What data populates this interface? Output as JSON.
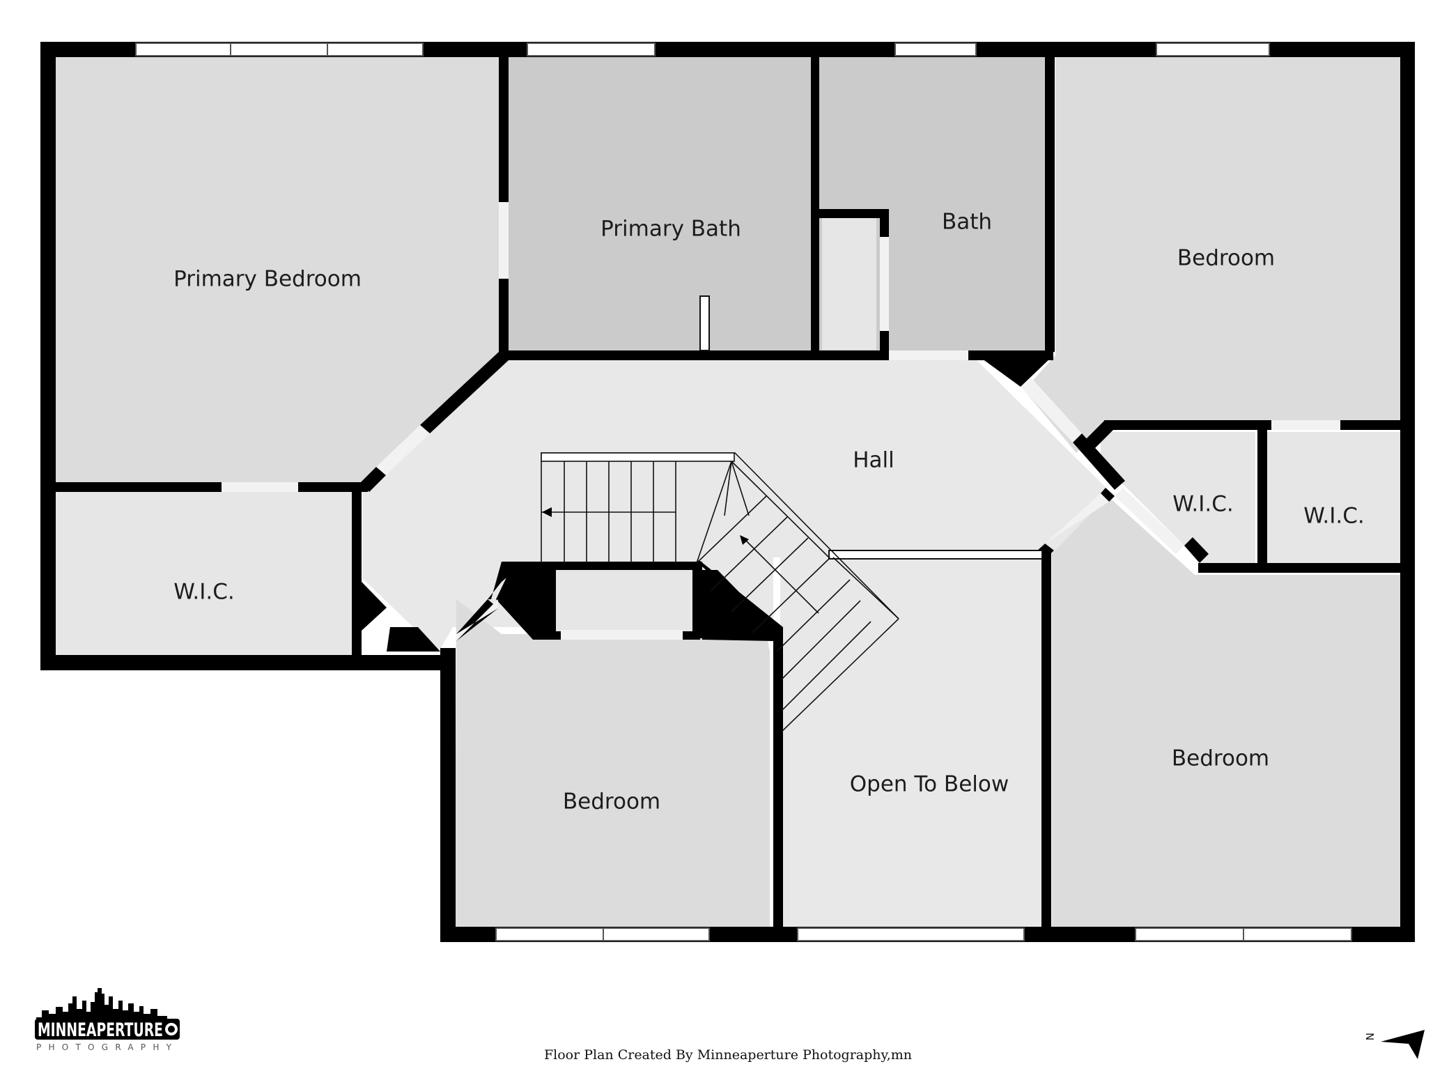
{
  "rooms": {
    "primary_bedroom": "Primary Bedroom",
    "primary_bath": "Primary Bath",
    "bath": "Bath",
    "bedroom_ne": "Bedroom",
    "hall": "Hall",
    "wic_primary": "W.I.C.",
    "wic_east_1": "W.I.C.",
    "wic_east_2": "W.I.C.",
    "bedroom_south": "Bedroom",
    "open_to_below": "Open To Below",
    "bedroom_se": "Bedroom"
  },
  "footer": {
    "credit": "Floor Plan Created By Minneaperture Photography,mn"
  },
  "logo": {
    "wordmark": "MINNEAPERTURE",
    "subtitle": "PHOTOGRAPHY"
  },
  "compass": {
    "letter": "N"
  },
  "colors": {
    "wall": "#000000",
    "bath_fill": "#cbcbcb",
    "bedroom_fill": "#dcdcdc",
    "hall_fill": "#e8e8e8",
    "closet_fill": "#e6e6e6"
  }
}
